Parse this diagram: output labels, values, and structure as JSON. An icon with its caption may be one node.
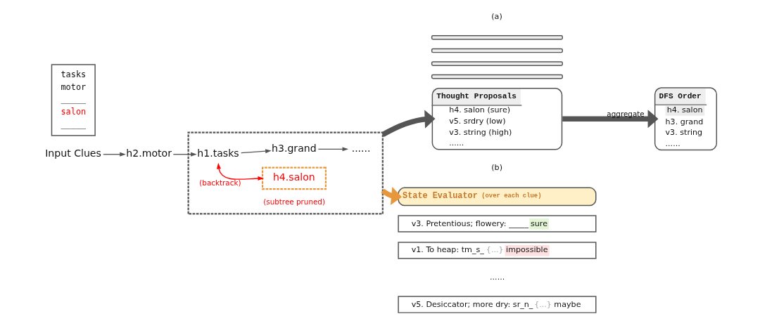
{
  "diagram": {
    "nodes": [
      {
        "text": [
          "tasks",
          "motor",
          "_____",
          "salon",
          "_____"
        ]
      },
      {
        "text": [
          "Input Clues"
        ]
      },
      {
        "text": [
          "h2.motor"
        ]
      },
      {
        "text": [],
        "shape": "box"
      },
      {
        "text": [
          "h1.tasks"
        ],
        "in": 3
      },
      {
        "text": [
          "h3.grand"
        ],
        "in": 3
      },
      {
        "text": [
          "h4.salon"
        ],
        "in": 3,
        "beside": [
          "(subtree pruned)"
        ]
      },
      {
        "text": [
          "......"
        ],
        "in": 3
      },
      {
        "text": [],
        "shape": "box"
      },
      {
        "text": [],
        "shape": "box"
      },
      {
        "text": [],
        "shape": "box"
      },
      {
        "text": [],
        "shape": "box"
      },
      {
        "text": [
          "Thought Proposals",
          "h4. salon (sure)",
          "v5. srdry (low)",
          "v3. string (high)",
          "......"
        ]
      },
      {
        "text": [
          "DFS Order",
          "h4. salon",
          "h3. grand",
          "v3. string",
          "......"
        ]
      },
      {
        "text": [
          "State Evaluator",
          "(over each clue)"
        ]
      },
      {
        "text": [
          "v3. Pretentious; flowery: _____",
          "sure"
        ]
      },
      {
        "text": [
          "v1. To heap: tm_s_",
          "{...}",
          "impossible"
        ]
      },
      {
        "text": [
          "v5. Desiccator; more dry: sr_n_",
          "{...}",
          "maybe"
        ]
      }
    ],
    "edges": [
      {
        "from": 1,
        "to": 2,
        "arrow": "to"
      },
      {
        "from": 2,
        "to": 4,
        "arrow": "to"
      },
      {
        "from": 4,
        "to": 5,
        "arrow": "to"
      },
      {
        "from": 4,
        "to": 6,
        "arrow": "both",
        "label": "(backtrack)",
        "color": "#ff0000"
      },
      {
        "from": 5,
        "to": 7,
        "arrow": "to"
      },
      {
        "from": 3,
        "to": 12,
        "arrow": "to",
        "style": "thick"
      },
      {
        "from": 12,
        "to": 13,
        "arrow": "to",
        "label": "aggregate",
        "style": "thick"
      },
      {
        "from": 3,
        "to": 14,
        "arrow": "to",
        "style": "thick",
        "color": "#e8983c"
      }
    ],
    "labels": [
      "(a)",
      "(b)",
      "......"
    ]
  }
}
